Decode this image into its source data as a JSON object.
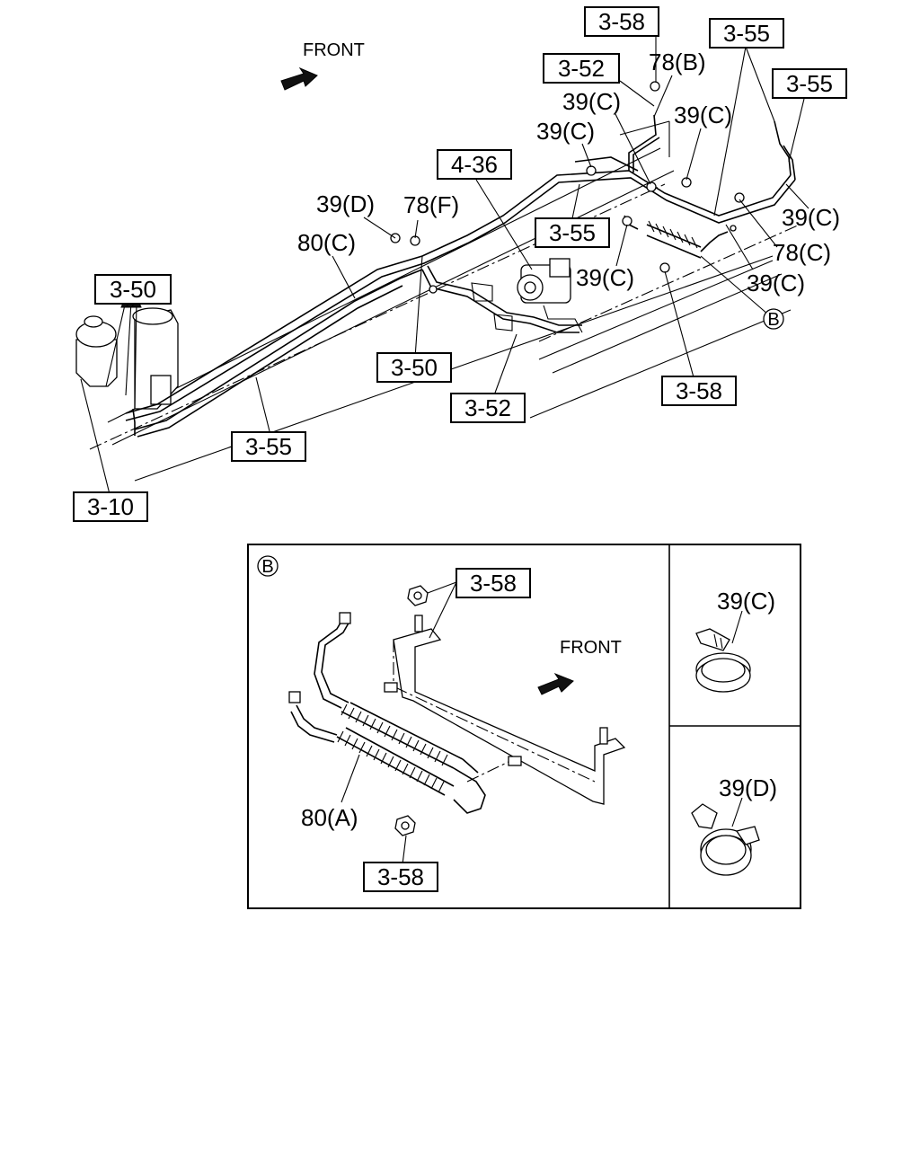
{
  "front_label_top": "FRONT",
  "front_label_detail": "FRONT",
  "detail_marker": "B",
  "refs": {
    "r_3_58_top": "3-58",
    "r_3_52_top": "3-52",
    "r_3_55_top_a": "3-55",
    "r_3_55_top_b": "3-55",
    "r_4_36": "4-36",
    "r_3_55_mid": "3-55",
    "r_3_50_left": "3-50",
    "r_3_50_mid": "3-50",
    "r_3_52_mid": "3-52",
    "r_3_58_mid": "3-58",
    "r_3_55_bottom": "3-55",
    "r_3_10": "3-10",
    "r_3_58_detail_top": "3-58",
    "r_3_58_detail_bottom": "3-58"
  },
  "parts": {
    "p_78b": "78(B)",
    "p_39c_1": "39(C)",
    "p_39c_2": "39(C)",
    "p_39c_3": "39(C)",
    "p_39c_4": "39(C)",
    "p_39c_5": "39(C)",
    "p_39c_6": "39(C)",
    "p_78c": "78(C)",
    "p_39d": "39(D)",
    "p_78f": "78(F)",
    "p_80c": "80(C)",
    "p_80a": "80(A)",
    "p_39c_detail": "39(C)",
    "p_39d_detail": "39(D)"
  }
}
